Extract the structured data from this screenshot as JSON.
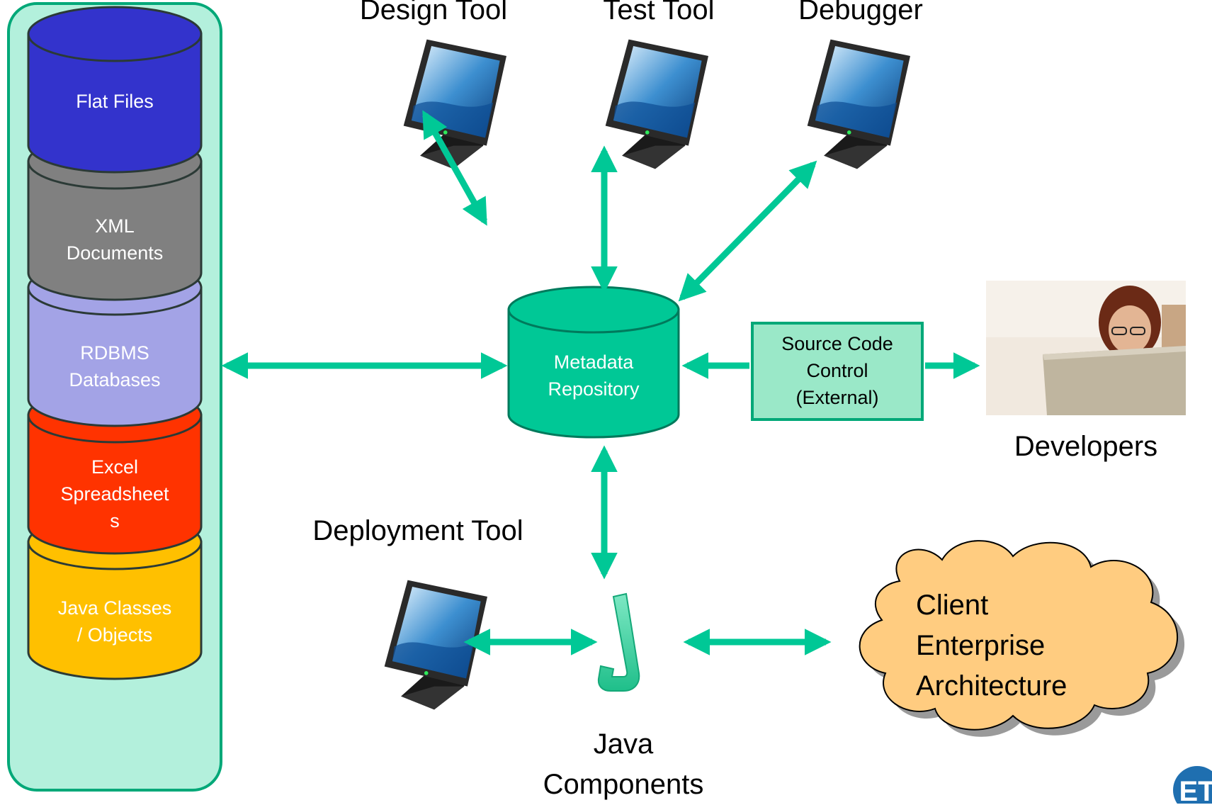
{
  "storage_panel": {
    "items": [
      {
        "label": "Flat Files",
        "color": "#3333cc"
      },
      {
        "label": "XML\nDocuments",
        "color": "#808080"
      },
      {
        "label": "RDBMS\nDatabases",
        "color": "#a3a3e6"
      },
      {
        "label": "Excel\nSpreadsheet\ns",
        "color": "#ff3300"
      },
      {
        "label": "Java Classes\n/ Objects",
        "color": "#ffc000"
      }
    ]
  },
  "tools": {
    "design_tool": "Design Tool",
    "test_tool": "Test Tool",
    "debugger": "Debugger",
    "deployment_tool": "Deployment Tool"
  },
  "repository": {
    "label": "Metadata\nRepository"
  },
  "source_control": {
    "label": "Source Code\nControl\n(External)"
  },
  "developers": {
    "label": "Developers"
  },
  "java_components": {
    "label": "Java\nComponents"
  },
  "client": {
    "label": "Client\nEnterprise\nArchitecture"
  },
  "colors": {
    "accent": "#00c896",
    "panel_fill": "#b3f0dc",
    "cloud_fill": "#ffcc80"
  },
  "logo": {
    "text": "ET"
  }
}
